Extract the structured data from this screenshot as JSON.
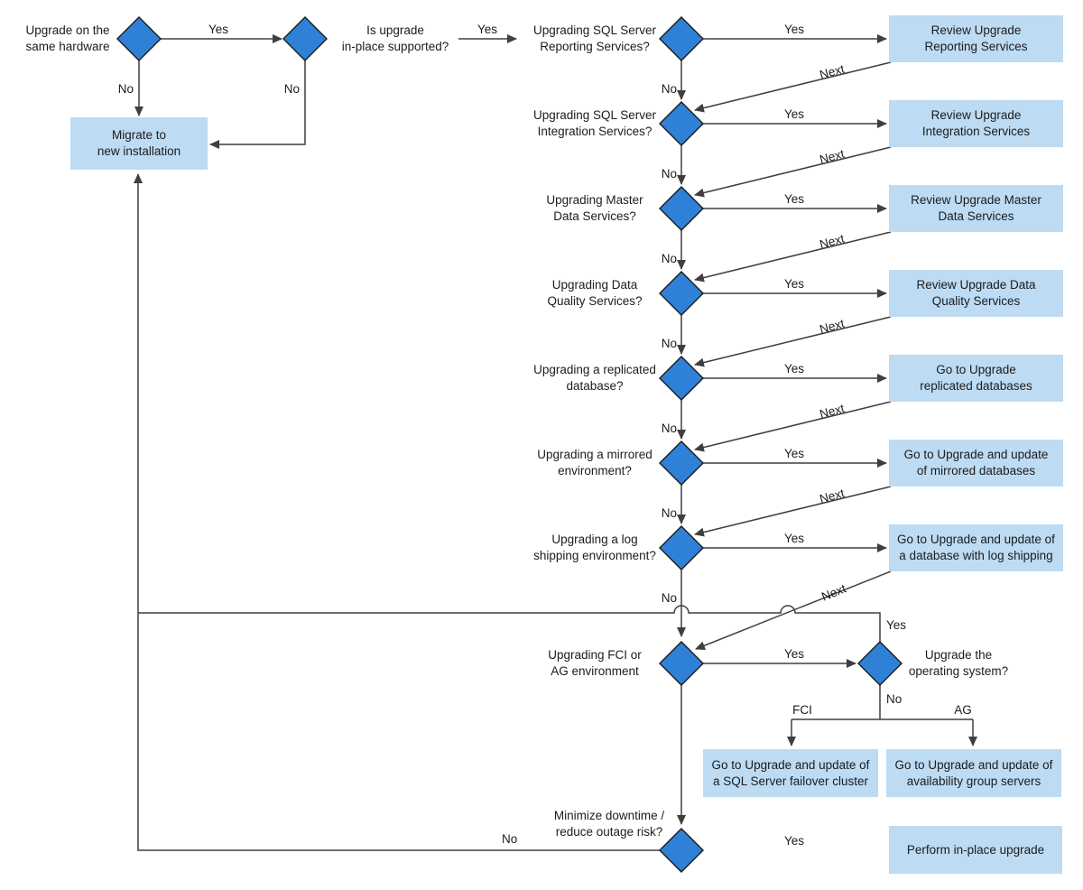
{
  "colors": {
    "diamond_fill": "#2f81d7",
    "diamond_stroke": "#1a1a1a",
    "box_fill": "#bddbf3",
    "line": "#3f3f3f",
    "text": "#1c1c1c"
  },
  "start": {
    "label": "Upgrade on the\nsame hardware",
    "yes1": "Yes",
    "no1": "No",
    "question2": "Is upgrade\nin-place supported?",
    "yes2": "Yes",
    "no2": "No",
    "migrate_box": "Migrate to\nnew installation"
  },
  "rows": [
    {
      "question": "Upgrading SQL Server\nReporting Services?",
      "yes": "Yes",
      "no": "No",
      "next": "Next",
      "box": "Review Upgrade\nReporting Services"
    },
    {
      "question": "Upgrading SQL Server\nIntegration Services?",
      "yes": "Yes",
      "no": "No",
      "next": "Next",
      "box": "Review Upgrade\nIntegration Services"
    },
    {
      "question": "Upgrading Master\nData Services?",
      "yes": "Yes",
      "no": "No",
      "next": "Next",
      "box": "Review Upgrade Master\nData Services"
    },
    {
      "question": "Upgrading Data\nQuality Services?",
      "yes": "Yes",
      "no": "No",
      "next": "Next",
      "box": "Review Upgrade Data\nQuality Services"
    },
    {
      "question": "Upgrading a replicated\ndatabase?",
      "yes": "Yes",
      "no": "No",
      "next": "Next",
      "box": "Go to Upgrade\nreplicated databases"
    },
    {
      "question": "Upgrading a mirrored\nenvironment?",
      "yes": "Yes",
      "no": "No",
      "next": "Next",
      "box": "Go to Upgrade and update\nof mirrored databases"
    },
    {
      "question": "Upgrading a log\nshipping environment?",
      "yes": "Yes",
      "no": "No",
      "next": "Next",
      "box": "Go to Upgrade and update of\na database with log shipping"
    }
  ],
  "fci": {
    "question": "Upgrading FCI or\nAG environment",
    "yes": "Yes",
    "os_question": "Upgrade the\noperating system?",
    "os_yes": "Yes",
    "os_no": "No",
    "branch_fci": "FCI",
    "branch_ag": "AG",
    "fci_box": "Go to Upgrade and update of\na SQL Server failover cluster",
    "ag_box": "Go to Upgrade and update of\navailability group servers"
  },
  "bottom": {
    "question": "Minimize downtime /\nreduce outage risk?",
    "yes": "Yes",
    "no": "No",
    "box": "Perform in-place upgrade"
  }
}
